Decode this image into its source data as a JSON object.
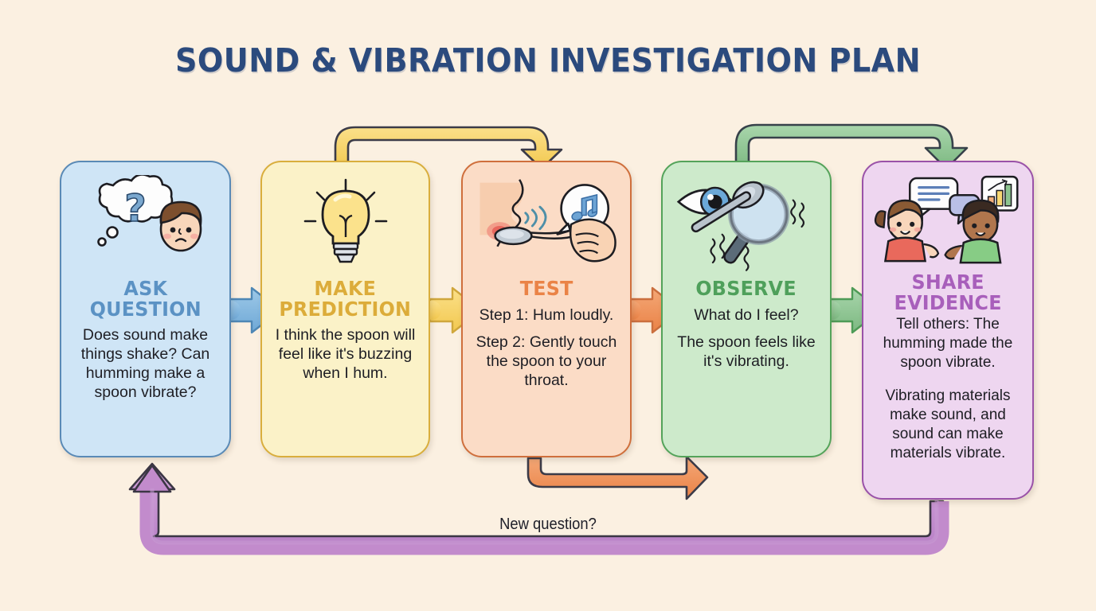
{
  "title": "SOUND & VIBRATION INVESTIGATION PLAN",
  "background_color": "#fbf0e1",
  "title_color": "#2b4a7d",
  "loop_label": "New question?",
  "cards": [
    {
      "id": "ask-question",
      "heading": "ASK\nQUESTION",
      "heading_line1": "ASK",
      "heading_line2": "QUESTION",
      "body": [
        "Does sound make things shake? Can humming make a spoon vibrate?"
      ],
      "fill": "#cfe5f6",
      "border": "#5a8ab6",
      "heading_color": "#5b92c4",
      "icon": "thinking-child-question-bubble-icon"
    },
    {
      "id": "make-prediction",
      "heading_line1": "MAKE",
      "heading_line2": "PREDICTION",
      "body": [
        "I think the spoon will feel like it's buzzing when I hum."
      ],
      "fill": "#fbf2c8",
      "border": "#d9ae3d",
      "heading_color": "#dcac3a",
      "icon": "lightbulb-icon"
    },
    {
      "id": "test",
      "heading_line1": "TEST",
      "heading_line2": "",
      "body": [
        "Step 1: Hum loudly.",
        "Step 2: Gently touch the spoon to your throat."
      ],
      "fill": "#fbdcc6",
      "border": "#cf6f3c",
      "heading_color": "#ea8346",
      "icon": "humming-face-spoon-icon"
    },
    {
      "id": "observe",
      "heading_line1": "OBSERVE",
      "heading_line2": "",
      "body": [
        "What do I feel?",
        "The spoon feels like it's vibrating."
      ],
      "fill": "#cdeacb",
      "border": "#54a35a",
      "heading_color": "#4fa05b",
      "icon": "eye-magnifier-vibrating-spoon-icon"
    },
    {
      "id": "share-evidence",
      "heading_line1": "SHARE",
      "heading_line2": "EVIDENCE",
      "body": [
        "Tell others: The humming made the spoon vibrate.",
        "Vibrating materials make sound, and sound can make materials vibrate."
      ],
      "fill": "#eed6f0",
      "border": "#9a52a8",
      "heading_color": "#a85fbb",
      "icon": "two-children-talking-chart-icon"
    }
  ],
  "connectors": [
    {
      "name": "ask-to-predict-arrow",
      "color": "#7eb3dd",
      "from": "ask-question",
      "to": "make-prediction"
    },
    {
      "name": "predict-to-test-arrow",
      "color": "#f7d56a",
      "from": "make-prediction",
      "to": "test"
    },
    {
      "name": "test-to-observe-arrow",
      "color": "#ef8f52",
      "from": "test",
      "to": "observe"
    },
    {
      "name": "observe-to-share-arrow",
      "color": "#8ec791",
      "from": "observe",
      "to": "share-evidence"
    },
    {
      "name": "predict-to-test-top-loop",
      "color": "#f5cf5e",
      "from": "make-prediction",
      "to": "test"
    },
    {
      "name": "observe-to-share-top-loop",
      "color": "#8ec491",
      "from": "observe",
      "to": "share-evidence"
    },
    {
      "name": "test-to-observe-bottom-loop",
      "color": "#ef8f52",
      "from": "test",
      "to": "observe"
    },
    {
      "name": "share-to-ask-feedback-loop",
      "color": "#c28bcc",
      "from": "share-evidence",
      "to": "ask-question"
    }
  ]
}
